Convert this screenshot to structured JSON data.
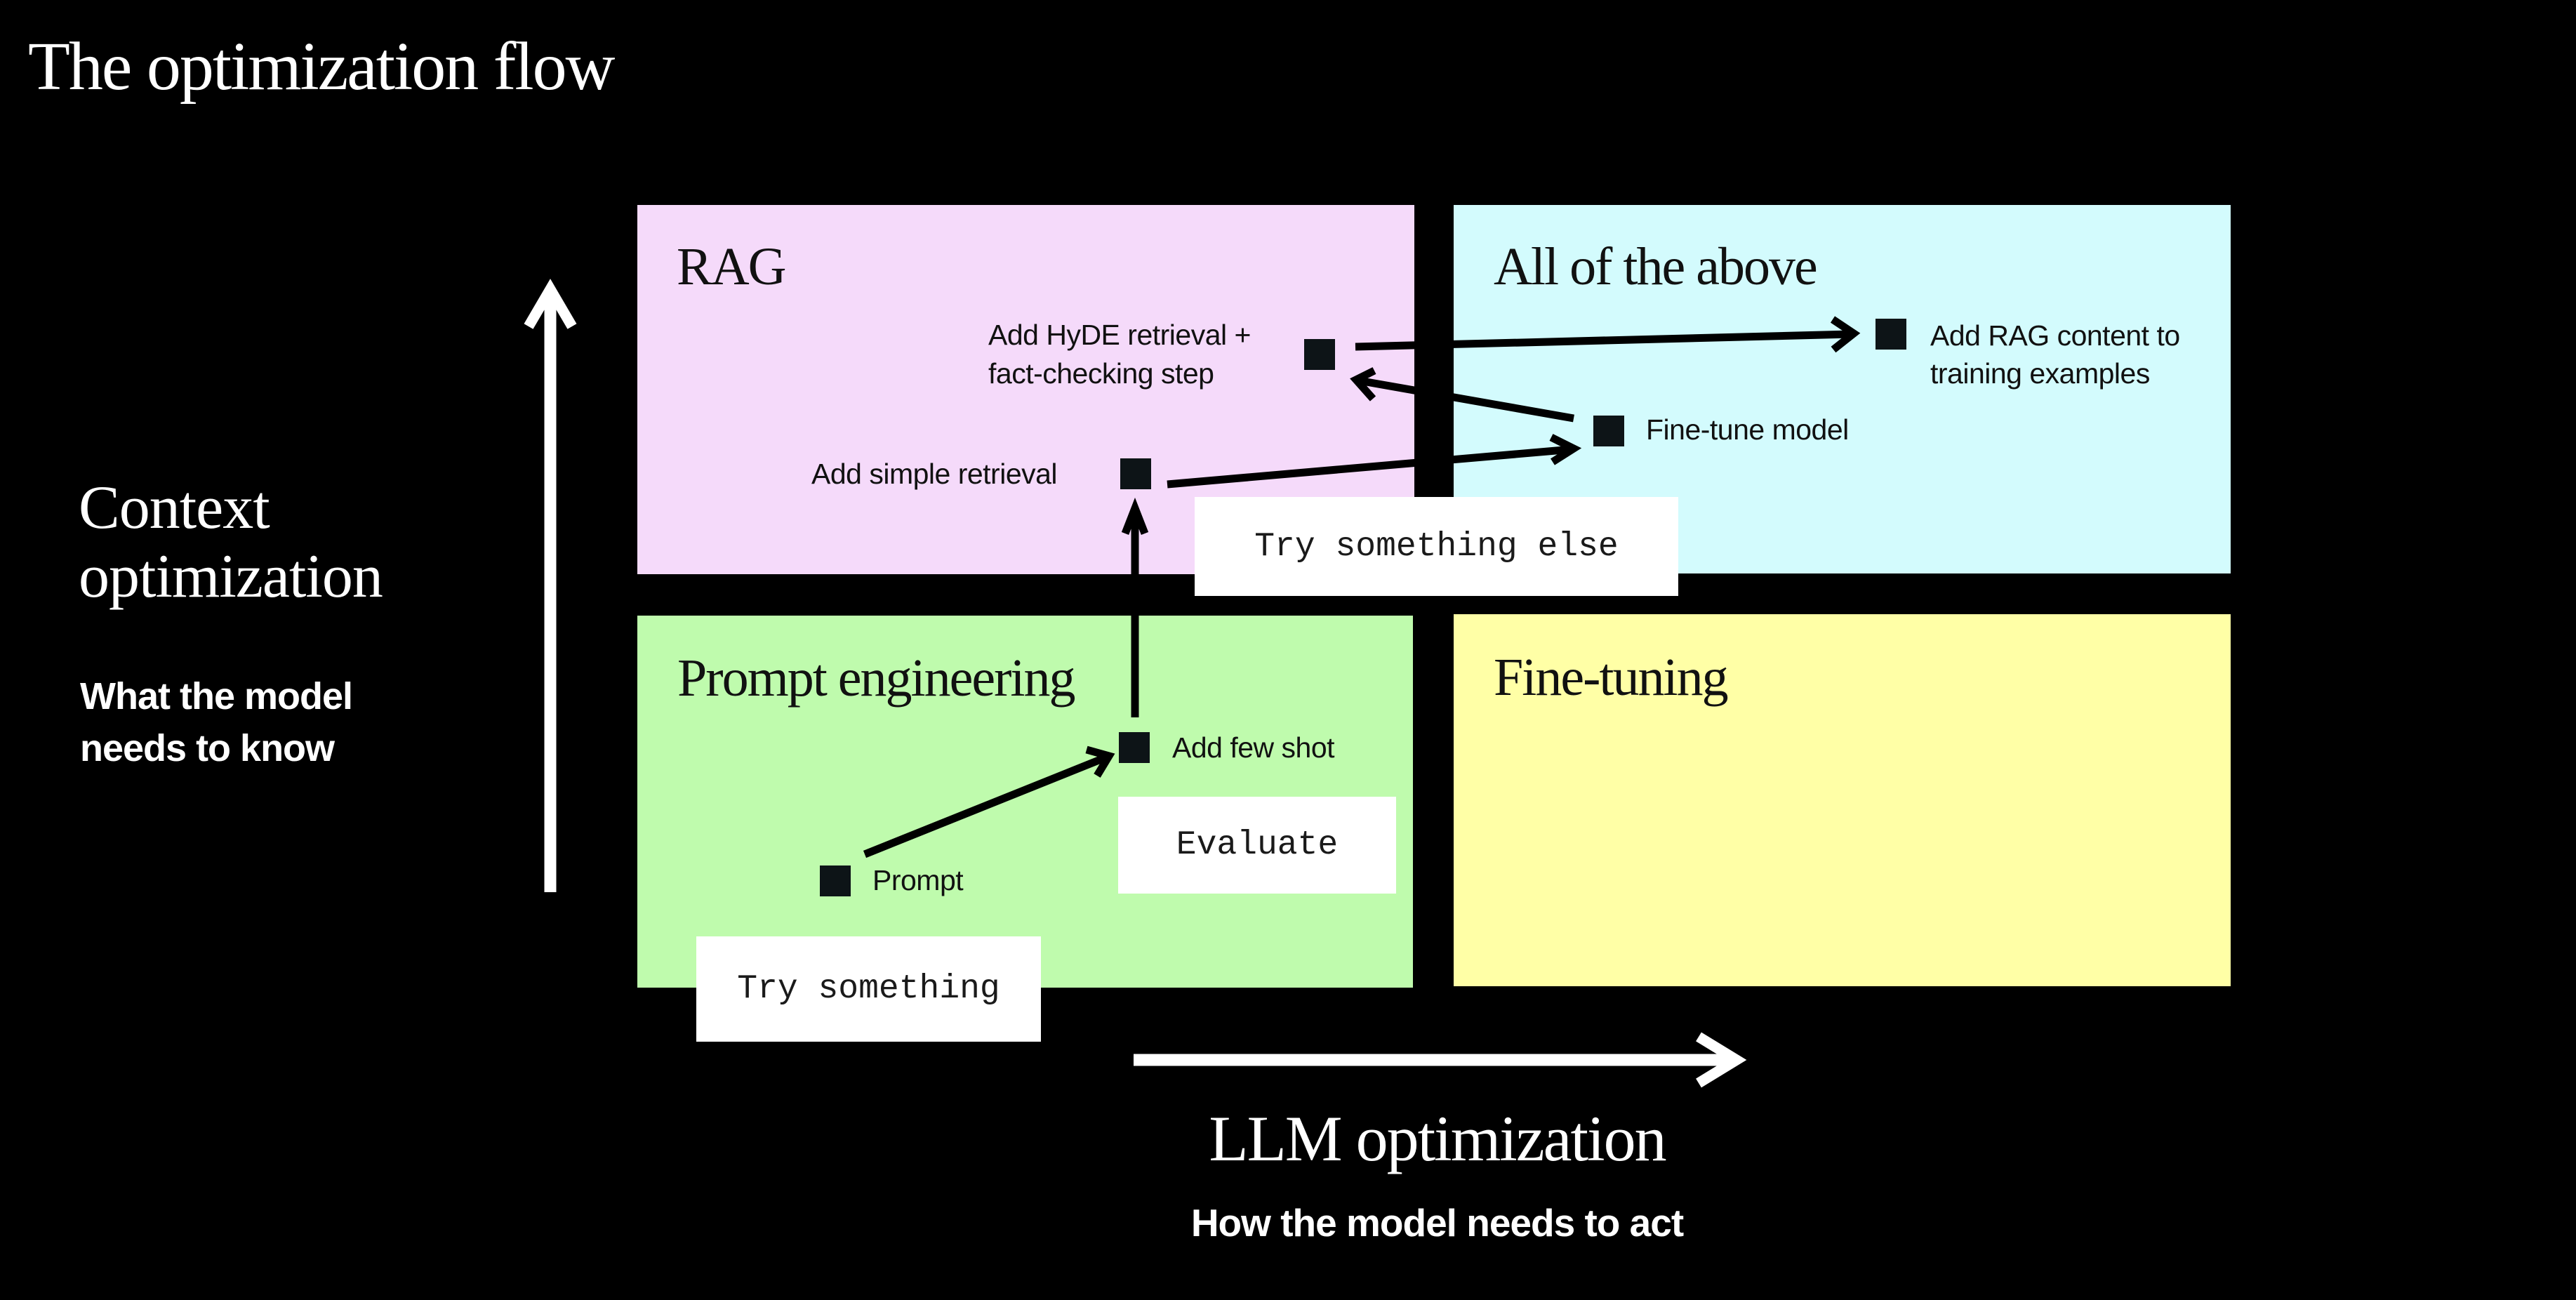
{
  "title": "The optimization flow",
  "axes": {
    "vertical": {
      "heading_line1": "Context",
      "heading_line2": "optimization",
      "sub_line1": "What the model",
      "sub_line2": "needs to know",
      "arrow_icon": "arrow-up-icon"
    },
    "horizontal": {
      "heading": "LLM optimization",
      "sub": "How the model needs to act",
      "arrow_icon": "arrow-right-icon"
    }
  },
  "quadrants": {
    "rag": {
      "label": "RAG",
      "color": "#F5DAFA"
    },
    "all": {
      "label": "All of the above",
      "color": "#D3FBFD"
    },
    "prompt_engineering": {
      "label": "Prompt engineering",
      "color": "#BFFBAD"
    },
    "fine_tuning": {
      "label": "Fine-tuning",
      "color": "#FFFFA6"
    }
  },
  "nodes": {
    "prompt": {
      "label": "Prompt"
    },
    "few_shot": {
      "label": "Add few shot"
    },
    "simple_retrieval": {
      "label": "Add simple retrieval"
    },
    "hyde": {
      "label_line1": "Add HyDE retrieval +",
      "label_line2": "fact-checking step"
    },
    "fine_tune": {
      "label": "Fine-tune model"
    },
    "rag_content": {
      "label_line1": "Add RAG content to",
      "label_line2": "training examples"
    }
  },
  "actions": {
    "try_something": "Try something",
    "evaluate": "Evaluate",
    "try_something_else": "Try something else"
  },
  "flow": [
    {
      "from": "prompt",
      "to": "few_shot"
    },
    {
      "from": "few_shot",
      "to": "simple_retrieval"
    },
    {
      "from": "simple_retrieval",
      "to": "fine_tune"
    },
    {
      "from": "fine_tune",
      "to": "hyde"
    },
    {
      "from": "hyde",
      "to": "rag_content"
    }
  ]
}
